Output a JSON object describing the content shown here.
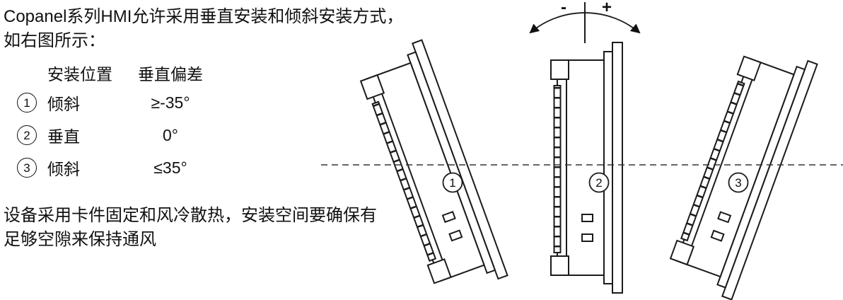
{
  "intro": {
    "line1": "Copanel系列HMI允许采用垂直安装和倾斜安装方式，",
    "line2": "如右图所示："
  },
  "table": {
    "header": {
      "position": "安装位置",
      "deviation": "垂直偏差"
    },
    "rows": [
      {
        "num": "1",
        "position": "倾斜",
        "deviation": "≥-35°"
      },
      {
        "num": "2",
        "position": "垂直",
        "deviation": "0°"
      },
      {
        "num": "3",
        "position": "倾斜",
        "deviation": "≤35°"
      }
    ]
  },
  "footer": {
    "line1": "设备采用卡件固定和风冷散热，安装空间要确保有",
    "line2": "足够空隙来保持通风"
  },
  "diagram": {
    "minus": "-",
    "plus": "+",
    "panels": [
      {
        "label": "1"
      },
      {
        "label": "2"
      },
      {
        "label": "3"
      }
    ]
  }
}
